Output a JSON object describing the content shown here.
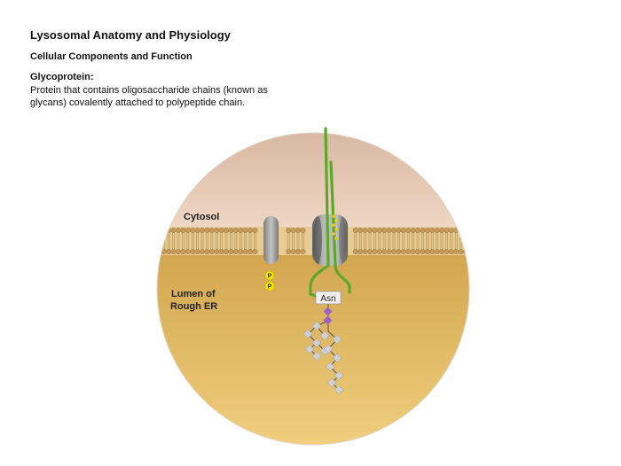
{
  "header": {
    "title": "Lysosomal Anatomy and Physiology",
    "subtitle": "Cellular Components and Function",
    "term": "Glycoprotein:",
    "definition_line1": "Protein that contains oligosaccharide chains (known as",
    "definition_line2": "glycans) covalently attached to polypeptide chain."
  },
  "diagram": {
    "cytosol_label": "Cytosol",
    "lumen_label_line1": "Lumen of",
    "lumen_label_line2": "Rough ER",
    "asn_label": "Asn",
    "phosphate_label": "P",
    "colors": {
      "cytosol": "#e9c9b4",
      "lumen": "#d8ab52",
      "protein_chain": "#5da82a",
      "lipid_head": "#c59a5a",
      "phosphate": "#f5e400",
      "asn_link_sugar": "#9a63c9",
      "glycan_sugar": "#cfcfcf"
    }
  }
}
